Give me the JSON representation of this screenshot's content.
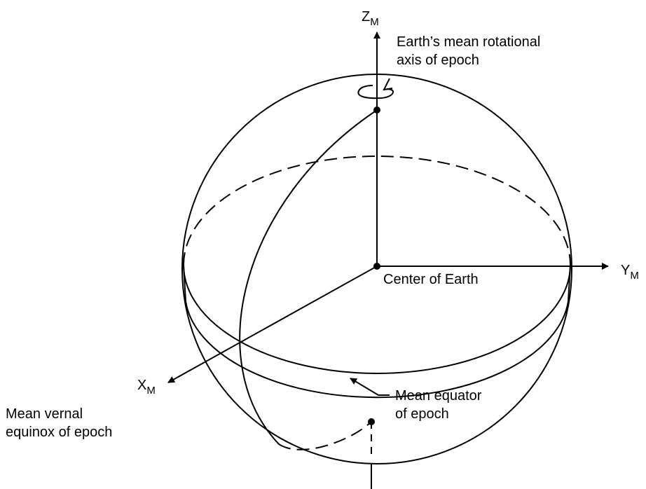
{
  "axes": {
    "z": {
      "main": "Z",
      "sub": "M"
    },
    "y": {
      "main": "Y",
      "sub": "M"
    },
    "x": {
      "main": "X",
      "sub": "M"
    }
  },
  "labels": {
    "rotational_axis": [
      "Earth’s mean rotational",
      "axis of epoch"
    ],
    "center": "Center of Earth",
    "equator": [
      "Mean equator",
      "of epoch"
    ],
    "vernal_equinox": [
      "Mean vernal",
      "equinox of epoch"
    ]
  },
  "colors": {
    "line": "#000000",
    "background": "#ffffff"
  }
}
